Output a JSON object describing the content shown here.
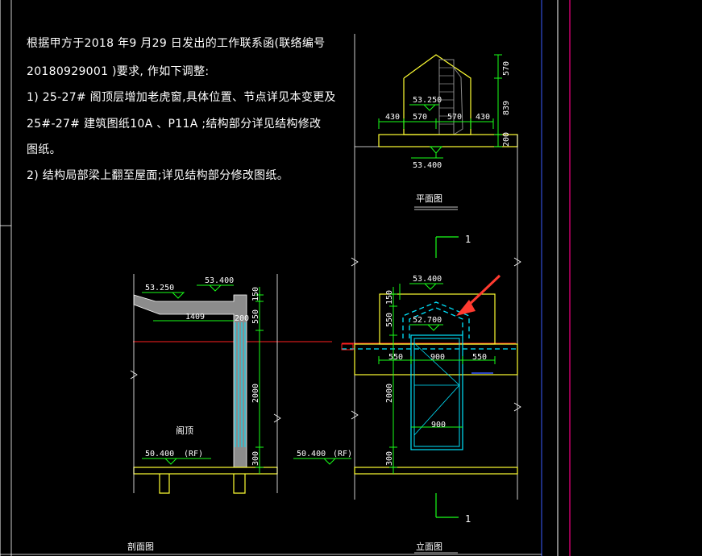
{
  "notes": [
    "根据甲方于2018   年9 月29 日发出的工作联系函(联络编号",
    "20180929001        )要求, 作如下调整:",
    "1) 25-27#     阁顶层增加老虎窗,具体位置、节点详见本变更及",
    "25#-27#     建筑图纸10A  、P11A  ;结构部分详见结构修改",
    "图纸。",
    "2) 结构局部梁上翻至屋面;详见结构部分修改图纸。"
  ],
  "plan": {
    "title": "平面图",
    "elev_ridge": "53.250",
    "elev_floor": "53.400",
    "dims_h": [
      "430",
      "570",
      "570",
      "430"
    ],
    "dims_v": [
      "570",
      "839",
      "200"
    ]
  },
  "section": {
    "title": "剖面图",
    "elev_top": "53.400",
    "elev_left": "53.250",
    "elev_rf": "50.400",
    "rf_tag": "(RF)",
    "dim_1409": "1409",
    "dim_200": "200",
    "dims_v": [
      "150",
      "550",
      "2000",
      "300"
    ],
    "room_label": "阁顶"
  },
  "elevation": {
    "title": "立面图",
    "elev_top": "53.400",
    "elev_window": "52.700",
    "elev_rf": "50.400",
    "rf_tag": "(RF)",
    "dims_h": [
      "550",
      "900",
      "550"
    ],
    "dim_900_bottom": "900",
    "dims_v": [
      "150",
      "550",
      "2000",
      "300"
    ]
  },
  "cut_marks": [
    "1",
    "1"
  ],
  "colors": {
    "background": "#000000",
    "text": "#ffffff",
    "dim_green": "#19ff19",
    "outline_yellow": "#ffff33",
    "cyan": "#00e5ff",
    "fill_gray": "#8c8c8c",
    "red_axis": "#ff2020",
    "magenta_border": "#c8006a",
    "arrow_red": "#ff3b30"
  }
}
